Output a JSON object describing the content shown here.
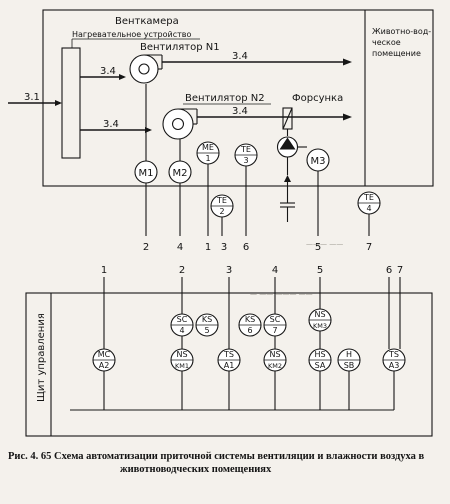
{
  "diagram": {
    "ventchamber_label": "Венткамера",
    "heater_label": "Нагревательное устройство",
    "fan1_label": "Вентилятор N1",
    "fan2_label": "Вентилятор N2",
    "nozzle_label": "Форсунка",
    "room_label_line1": "Животно-вод-",
    "room_label_line2": "ческое",
    "room_label_line3": "помещение",
    "panel_label": "Щит управления",
    "flow_labels": {
      "inlet": "3.1",
      "to_fan1": "3.4",
      "fan1_out": "3.4",
      "to_fan2": "3.4",
      "fan2_out": "3.4"
    },
    "motors": {
      "m1": "M1",
      "m2": "M2",
      "m3": "M3"
    },
    "sensors": [
      {
        "top": "ME",
        "bottom": "1"
      },
      {
        "top": "TE",
        "bottom": "3"
      },
      {
        "top": "TE",
        "bottom": "2"
      },
      {
        "top": "TE",
        "bottom": "4"
      }
    ],
    "field_numbers": [
      "2",
      "4",
      "1",
      "3",
      "6",
      "5",
      "7"
    ],
    "panel_numbers": [
      "1",
      "2",
      "3",
      "4",
      "5",
      "6",
      "7"
    ],
    "devices": [
      {
        "top": "SC",
        "bottom": "4"
      },
      {
        "top": "KS",
        "bottom": "5"
      },
      {
        "top": "KS",
        "bottom": "6"
      },
      {
        "top": "SC",
        "bottom": "7"
      },
      {
        "top": "NS",
        "bottom": "KM3"
      },
      {
        "top": "MC",
        "bottom": "A2"
      },
      {
        "top": "NS",
        "bottom": "KM1"
      },
      {
        "top": "TS",
        "bottom": "A1"
      },
      {
        "top": "NS",
        "bottom": "KM2"
      },
      {
        "top": "HS",
        "bottom": "SA"
      },
      {
        "top": "H",
        "bottom": "SB"
      },
      {
        "top": "TS",
        "bottom": "A3"
      }
    ],
    "caption_line1": "Рис. 4. 65 Схема автоматизации приточной системы вентиляции и влажности воздуха в",
    "caption_line2": "животноводческих помещениях"
  }
}
